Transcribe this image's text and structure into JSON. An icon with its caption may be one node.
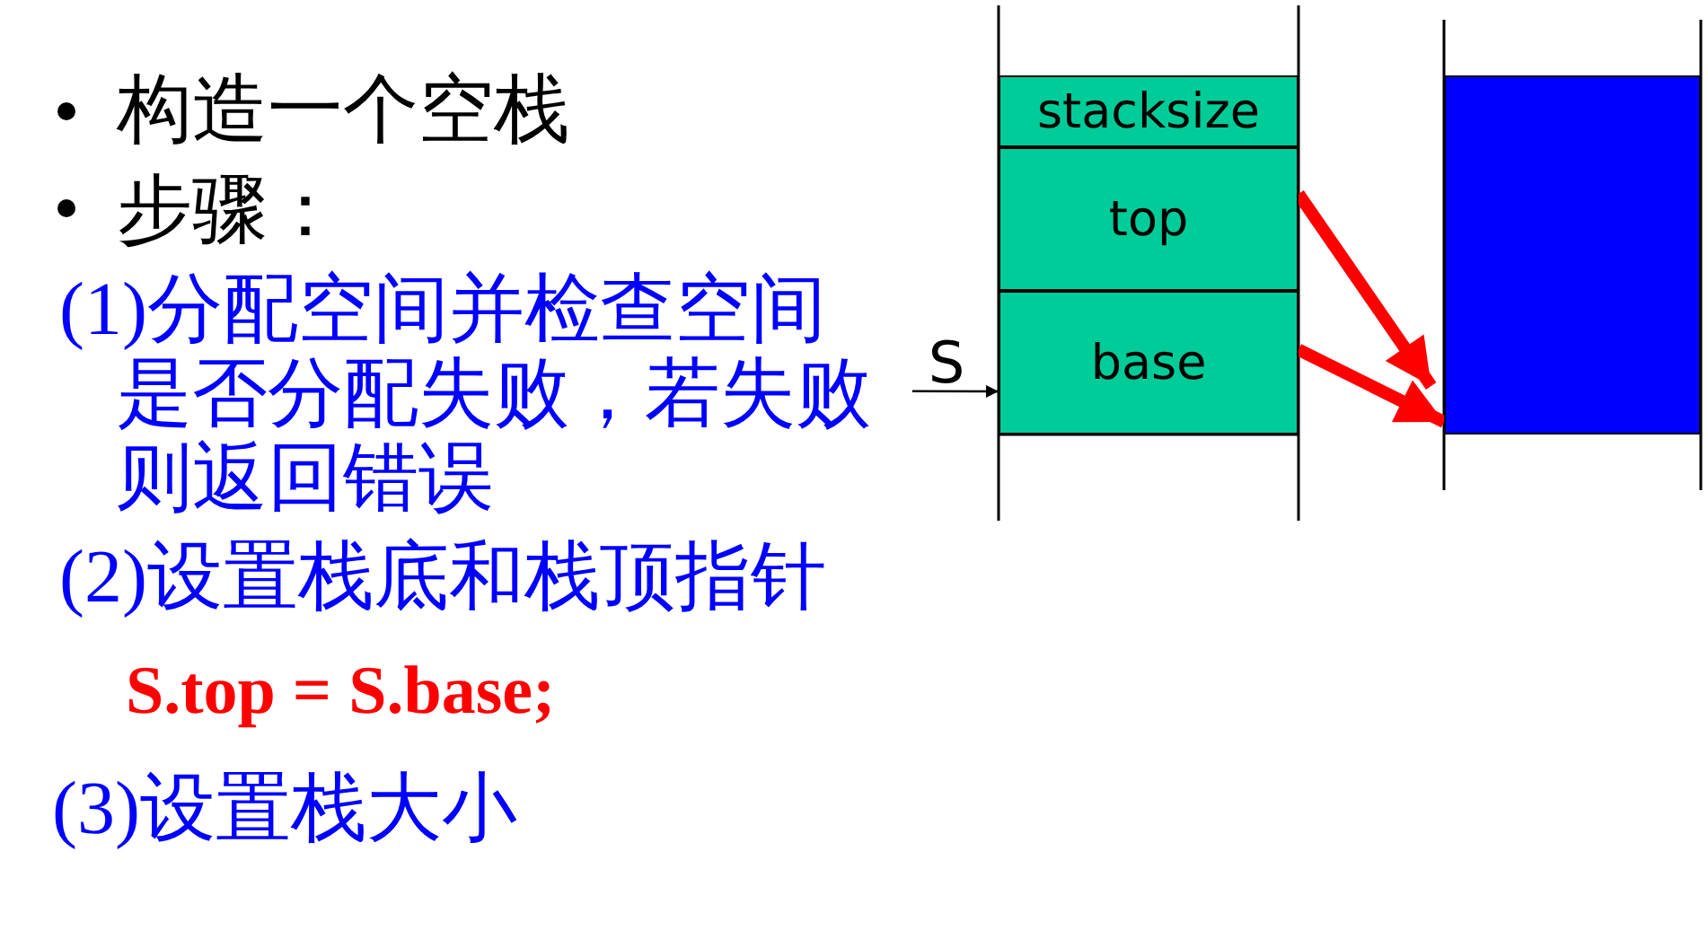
{
  "diagram": {
    "nodes": [
      {
        "text": [
          "stacksize"
        ]
      },
      {
        "text": [
          "top"
        ]
      },
      {
        "text": [
          "base"
        ]
      },
      {
        "text": [],
        "shape": "box"
      },
      {
        "text": [
          "S"
        ]
      }
    ],
    "edges": [
      {
        "from": 1,
        "to": 3,
        "arrow": "to"
      },
      {
        "from": 2,
        "to": 3,
        "arrow": "to"
      },
      {
        "from": 4,
        "to": 2,
        "arrow": "to",
        "color": "#000000"
      }
    ],
    "labels": [
      "构造一个空栈",
      "步骤：",
      "(1)分配空间并检查空间是否分配失败，若失败则返回错误",
      "(2)设置栈底和栈顶指针",
      "S.top = S.base;",
      "(3)设置栈大小"
    ]
  }
}
